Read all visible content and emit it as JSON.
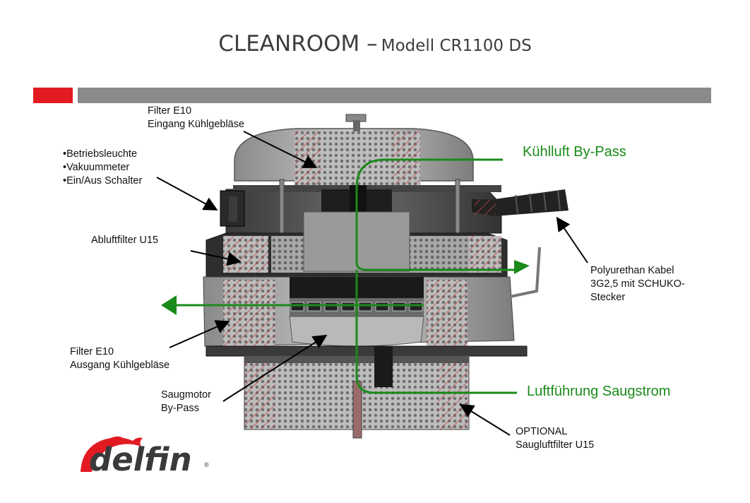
{
  "title": {
    "main": "CLEANROOM –",
    "sub": "Modell CR1100 DS"
  },
  "colors": {
    "accent_red": "#e21b23",
    "header_bar": "#8a8a8a",
    "airflow_green": "#1a8a1a",
    "filter_hatch": "#c0494a"
  },
  "labels": {
    "filter_in": [
      "Filter E10",
      "Eingang Kühlgebläse"
    ],
    "controls": [
      "•Betriebsleuchte",
      "•Vakuummeter",
      "•Ein/Aus Schalter"
    ],
    "exhaust_filter": [
      "Abluftfilter U15"
    ],
    "filter_out": [
      "Filter E10",
      "Ausgang Kühlgebläse"
    ],
    "motor": [
      "Saugmotor",
      "By-Pass"
    ],
    "cable": [
      "Polyurethan Kabel",
      "3G2,5 mit SCHUKO-",
      "Stecker"
    ],
    "optional_filter": [
      "OPTIONAL",
      "Saugluftfilter U15"
    ]
  },
  "flows": {
    "cooling": "Kühlluft By-Pass",
    "suction": "Luftführung Saugstrom"
  },
  "logo": {
    "text": "delfin",
    "reg": "®",
    "icon": "dolphin-icon"
  }
}
